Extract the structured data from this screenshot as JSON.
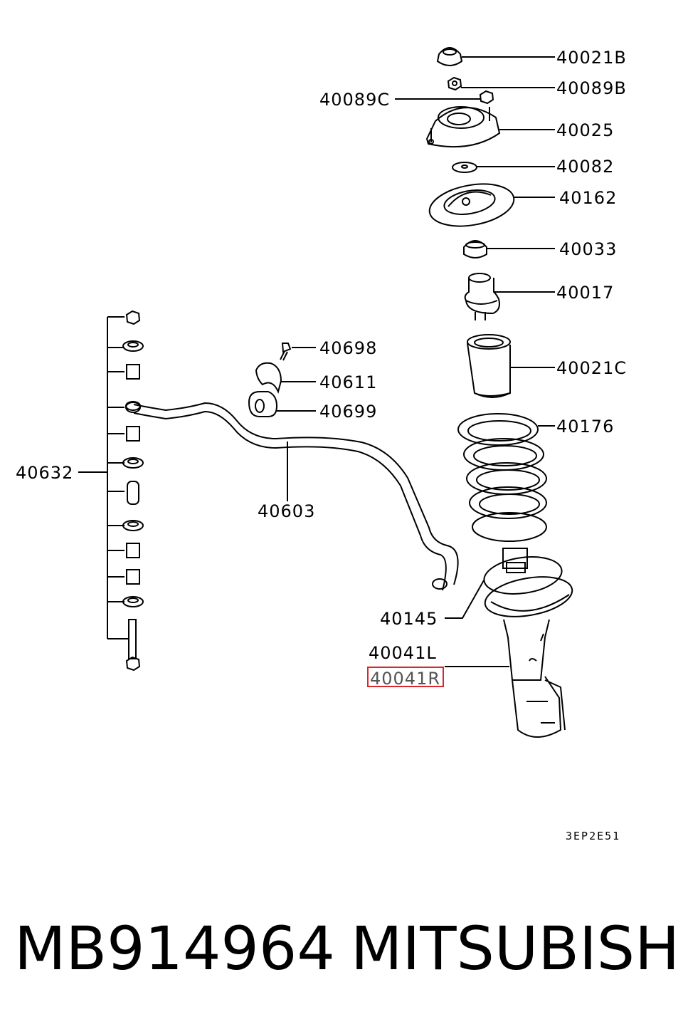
{
  "labels": {
    "p40021B": "40021B",
    "p40089B": "40089B",
    "p40089C": "40089C",
    "p40025": "40025",
    "p40082": "40082",
    "p40162": "40162",
    "p40033": "40033",
    "p40017": "40017",
    "p40698": "40698",
    "p40611": "40611",
    "p40699": "40699",
    "p40021C": "40021C",
    "p40176": "40176",
    "p40632": "40632",
    "p40603": "40603",
    "p40145": "40145",
    "p40041L": "40041L",
    "p40041R": "40041R"
  },
  "highlight_color": "#d9262c",
  "diagram_code": "3EP2E51",
  "caption": {
    "part_number": "MB914964",
    "brand": "MITSUBISHI"
  }
}
